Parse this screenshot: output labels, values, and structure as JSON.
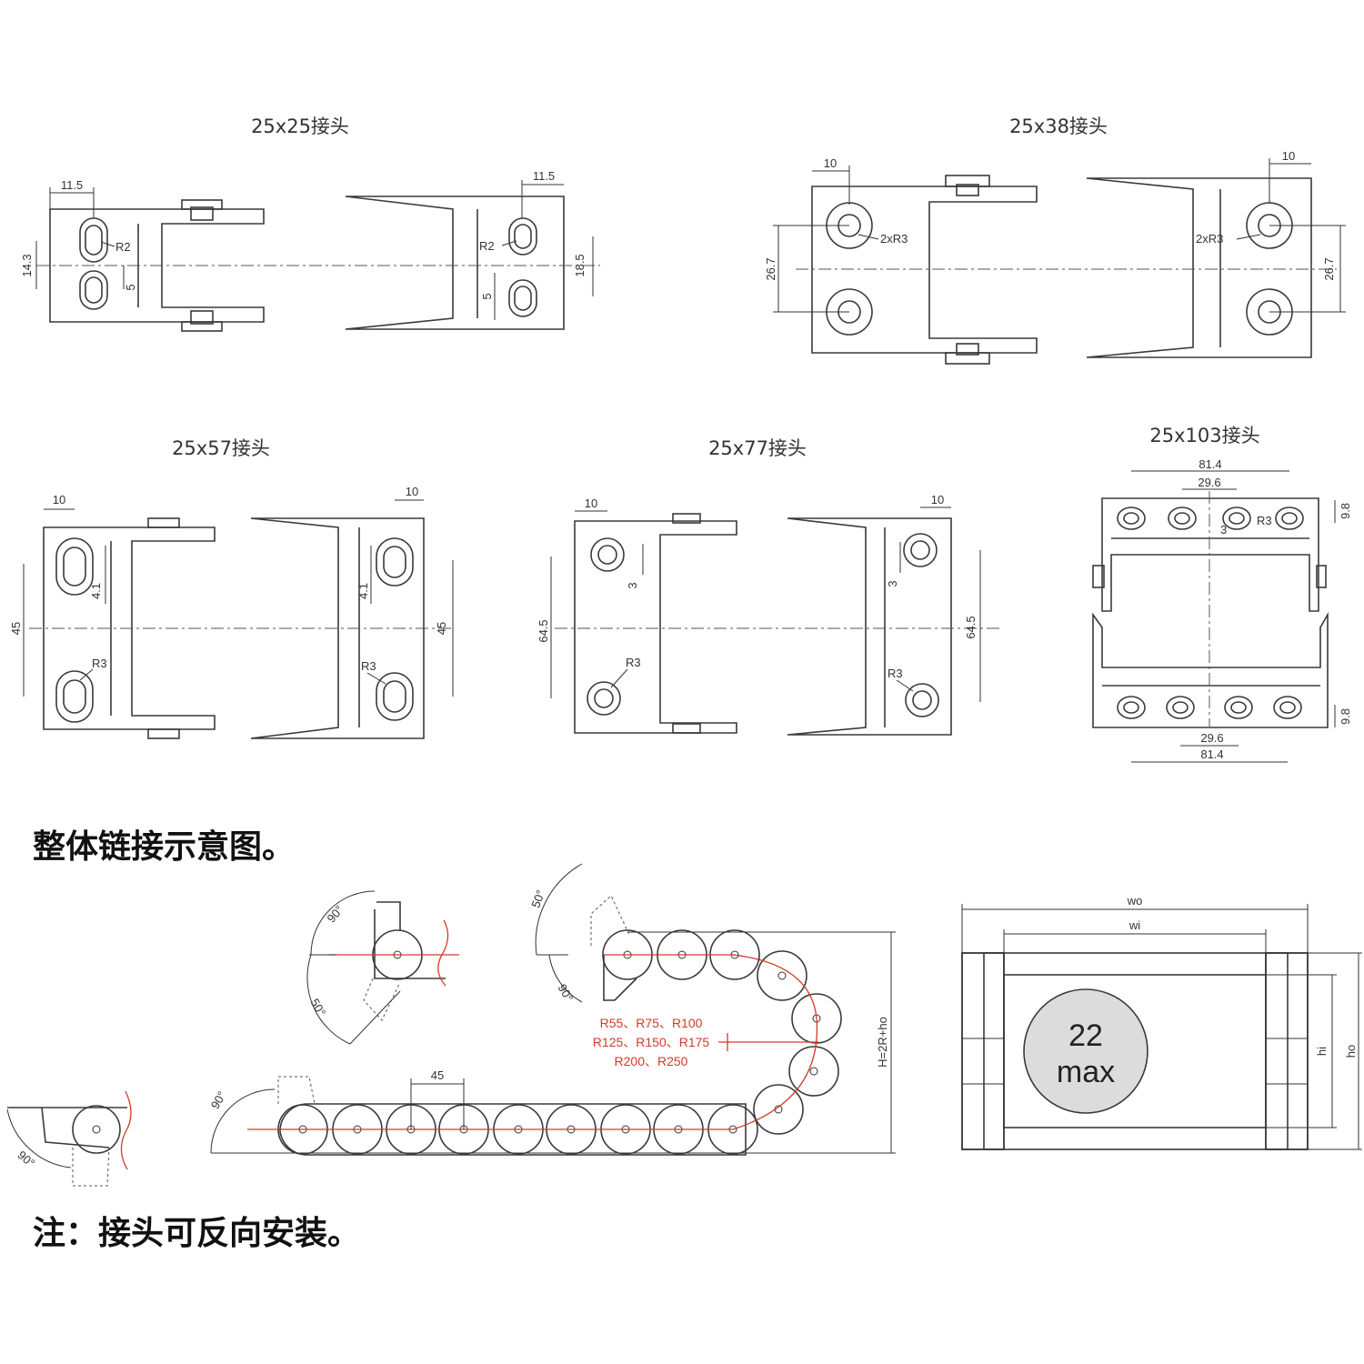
{
  "titles": {
    "j25": "25x25接头",
    "j38": "25x38接头",
    "j57": "25x57接头",
    "j77": "25x77接头",
    "j103": "25x103接头"
  },
  "dims": {
    "d11_5": "11.5",
    "d14_3": "14.3",
    "d5": "5",
    "d18_5": "18.5",
    "d10": "10",
    "d26_7": "26.7",
    "d45": "45",
    "d4_1": "4.1",
    "d3": "3",
    "d64_5": "64.5",
    "d81_4": "81.4",
    "d29_6": "29.6",
    "d9_8": "9.8",
    "r2": "R2",
    "r3": "R3",
    "r2x3": "2xR3"
  },
  "section_heading": "整体链接示意图。",
  "note": "注：接头可反向安装。",
  "assembly": {
    "angle90": "90°",
    "angle50": "50°",
    "pitch": "45",
    "height_label": "H=2R+ho",
    "radius_line1": "R55、R75、R100",
    "radius_line2": "R125、R150、R175",
    "radius_line3": "R200、R250"
  },
  "cross_section": {
    "wo": "wo",
    "wi": "wi",
    "hi": "hi",
    "ho": "ho",
    "cable_value": "22",
    "cable_unit": "max"
  },
  "colors": {
    "line": "#3a3a3a",
    "red": "#d23a2a",
    "cable_fill": "#dcdcdc"
  }
}
